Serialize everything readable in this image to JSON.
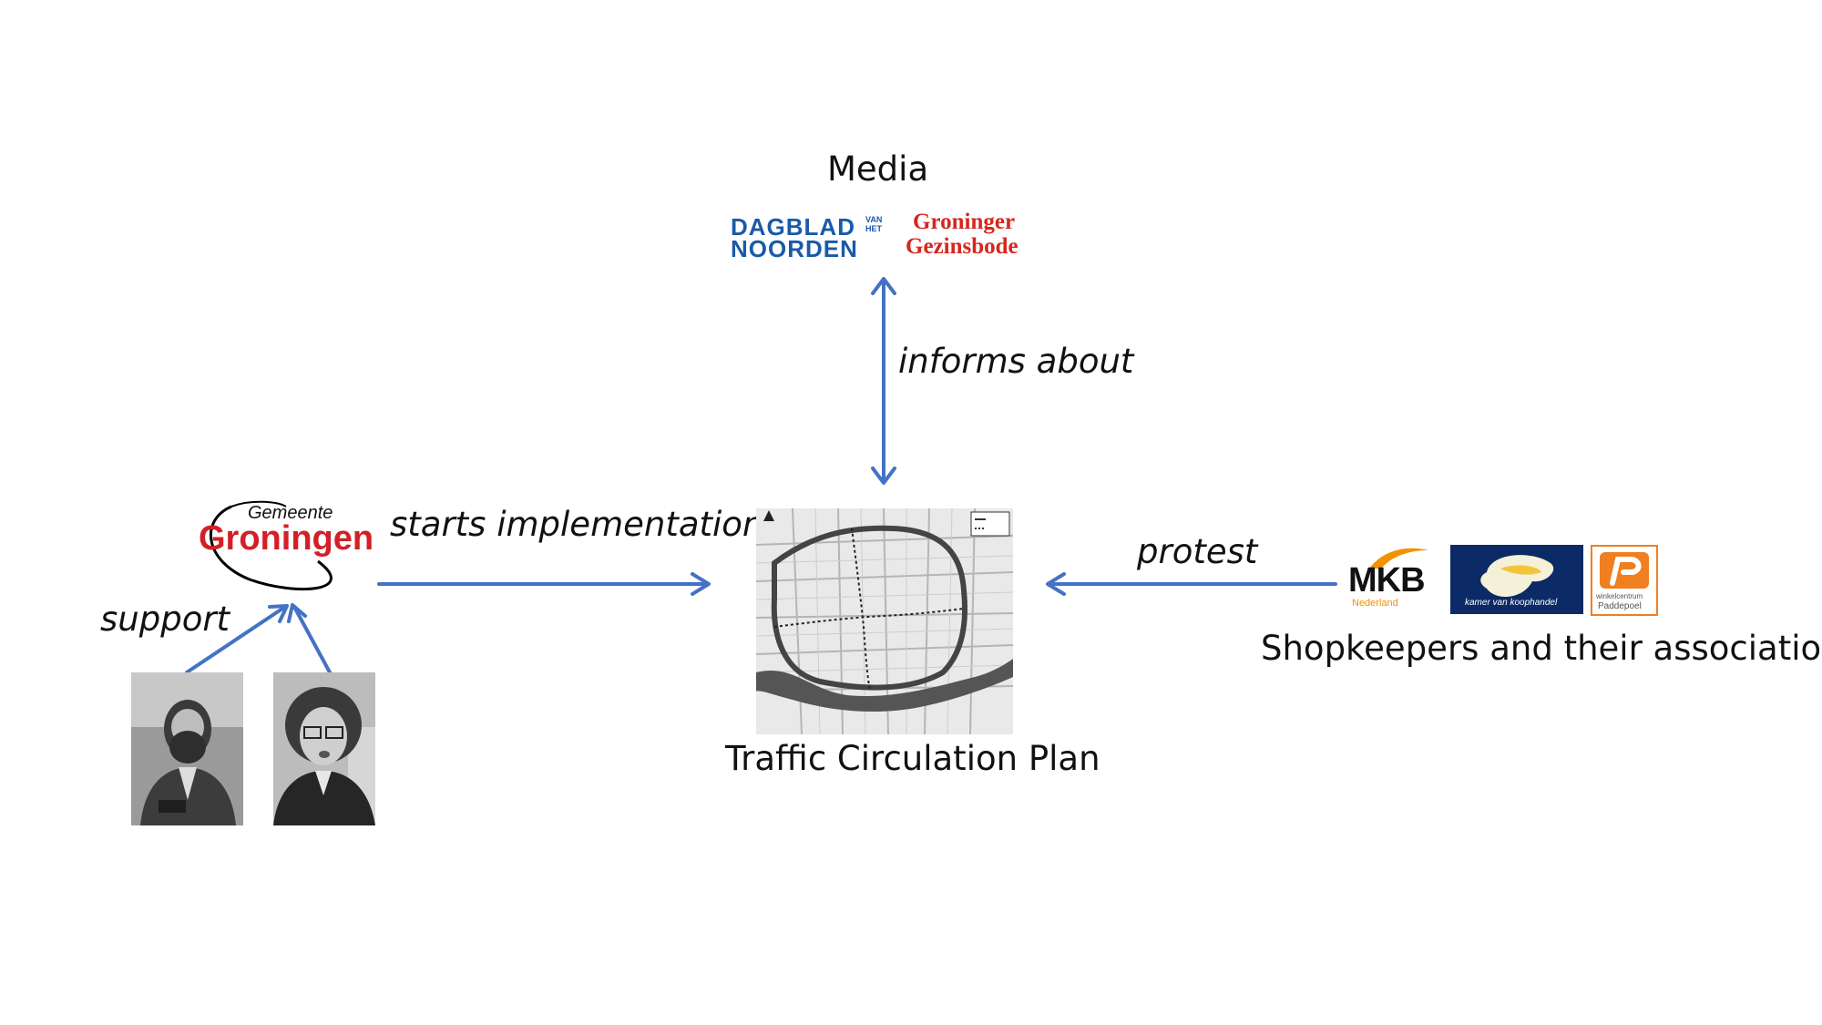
{
  "nodes": {
    "media": {
      "label": "Media"
    },
    "plan": {
      "label": "Traffic Circulation Plan"
    },
    "shopkeepers": {
      "label": "Shopkeepers and their associations"
    }
  },
  "edges": {
    "informs": "informs about",
    "starts": "starts implementation",
    "protest": "protest",
    "support": "support"
  },
  "logos": {
    "dagblad": {
      "line1": "DAGBLAD",
      "line2": "NOORDEN",
      "small1": "VAN",
      "small2": "HET"
    },
    "gezinsbode": {
      "line1": "Groninger",
      "line2": "Gezinsbode"
    },
    "gemeente": {
      "line1": "Gemeente",
      "line2": "Groningen"
    },
    "mkb": {
      "line1": "MKB",
      "line2": "Nederland"
    },
    "kvk": {
      "text": "kamer van koophandel"
    },
    "paddepoel": {
      "line1": "winkelcentrum",
      "line2": "Paddepoel"
    }
  },
  "colors": {
    "arrow": "#4472C4",
    "dagblad_blue": "#1a5aa8",
    "gezinsbode_red": "#d7261e",
    "groningen_red": "#d31f26",
    "mkb_orange": "#f39200",
    "kvk_navy": "#0b2a66",
    "paddepoel_orange": "#f07f20"
  }
}
